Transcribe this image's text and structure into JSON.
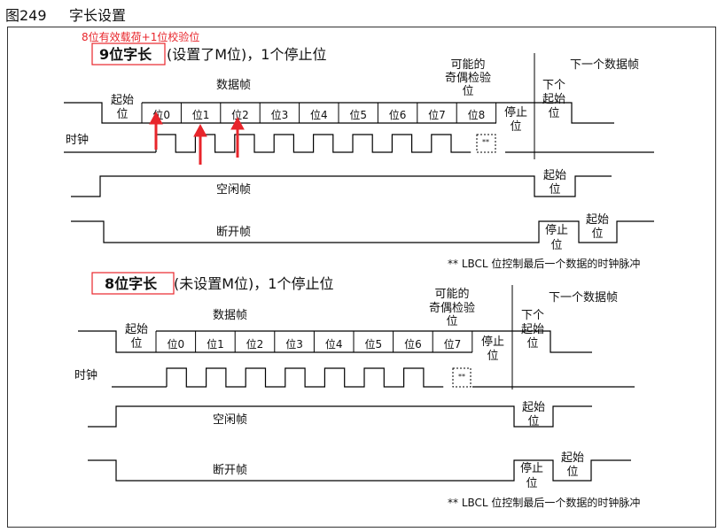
{
  "figure": {
    "number": "图249",
    "title": "字长设置"
  },
  "annotation": {
    "text": "8位有效载荷+1位校验位",
    "color": "#e8252b"
  },
  "section9": {
    "word_len": "9位字长",
    "rest": "(设置了M位)，1个停止位",
    "frame_label": "数据帧",
    "start_bit": [
      "起始",
      "位"
    ],
    "bits": [
      "位0",
      "位1",
      "位2",
      "位3",
      "位4",
      "位5",
      "位6",
      "位7",
      "位8"
    ],
    "stop_bit": [
      "停止",
      "位"
    ],
    "parity": [
      "可能的",
      "奇偶检验",
      "位"
    ],
    "next_frame": "下一个数据帧",
    "next_start": [
      "下个",
      "起始",
      "位"
    ],
    "clock": "时钟",
    "idle_frame": "空闲帧",
    "idle_start": [
      "起始",
      "位"
    ],
    "break_frame": "断开帧",
    "break_stop": [
      "停止",
      "位"
    ],
    "break_start": [
      "起始",
      "位"
    ],
    "note": "** LBCL 位控制最后一个数据的时钟脉冲"
  },
  "section8": {
    "word_len": "8位字长",
    "rest": "(未设置M位)，1个停止位",
    "frame_label": "数据帧",
    "start_bit": [
      "起始",
      "位"
    ],
    "bits": [
      "位0",
      "位1",
      "位2",
      "位3",
      "位4",
      "位5",
      "位6",
      "位7"
    ],
    "stop_bit": [
      "停止",
      "位"
    ],
    "parity": [
      "可能的",
      "奇偶检验",
      "位"
    ],
    "next_frame": "下一个数据帧",
    "next_start": [
      "下个",
      "起始",
      "位"
    ],
    "clock": "时钟",
    "idle_frame": "空闲帧",
    "idle_start": [
      "起始",
      "位"
    ],
    "break_frame": "断开帧",
    "break_stop": [
      "停止",
      "位"
    ],
    "break_start": [
      "起始",
      "位"
    ],
    "note": "** LBCL 位控制最后一个数据的时钟脉冲"
  },
  "colors": {
    "line": "#000000",
    "highlight_box": "#e8252b",
    "arrow": "#e8252b"
  },
  "clock_marker": "**"
}
